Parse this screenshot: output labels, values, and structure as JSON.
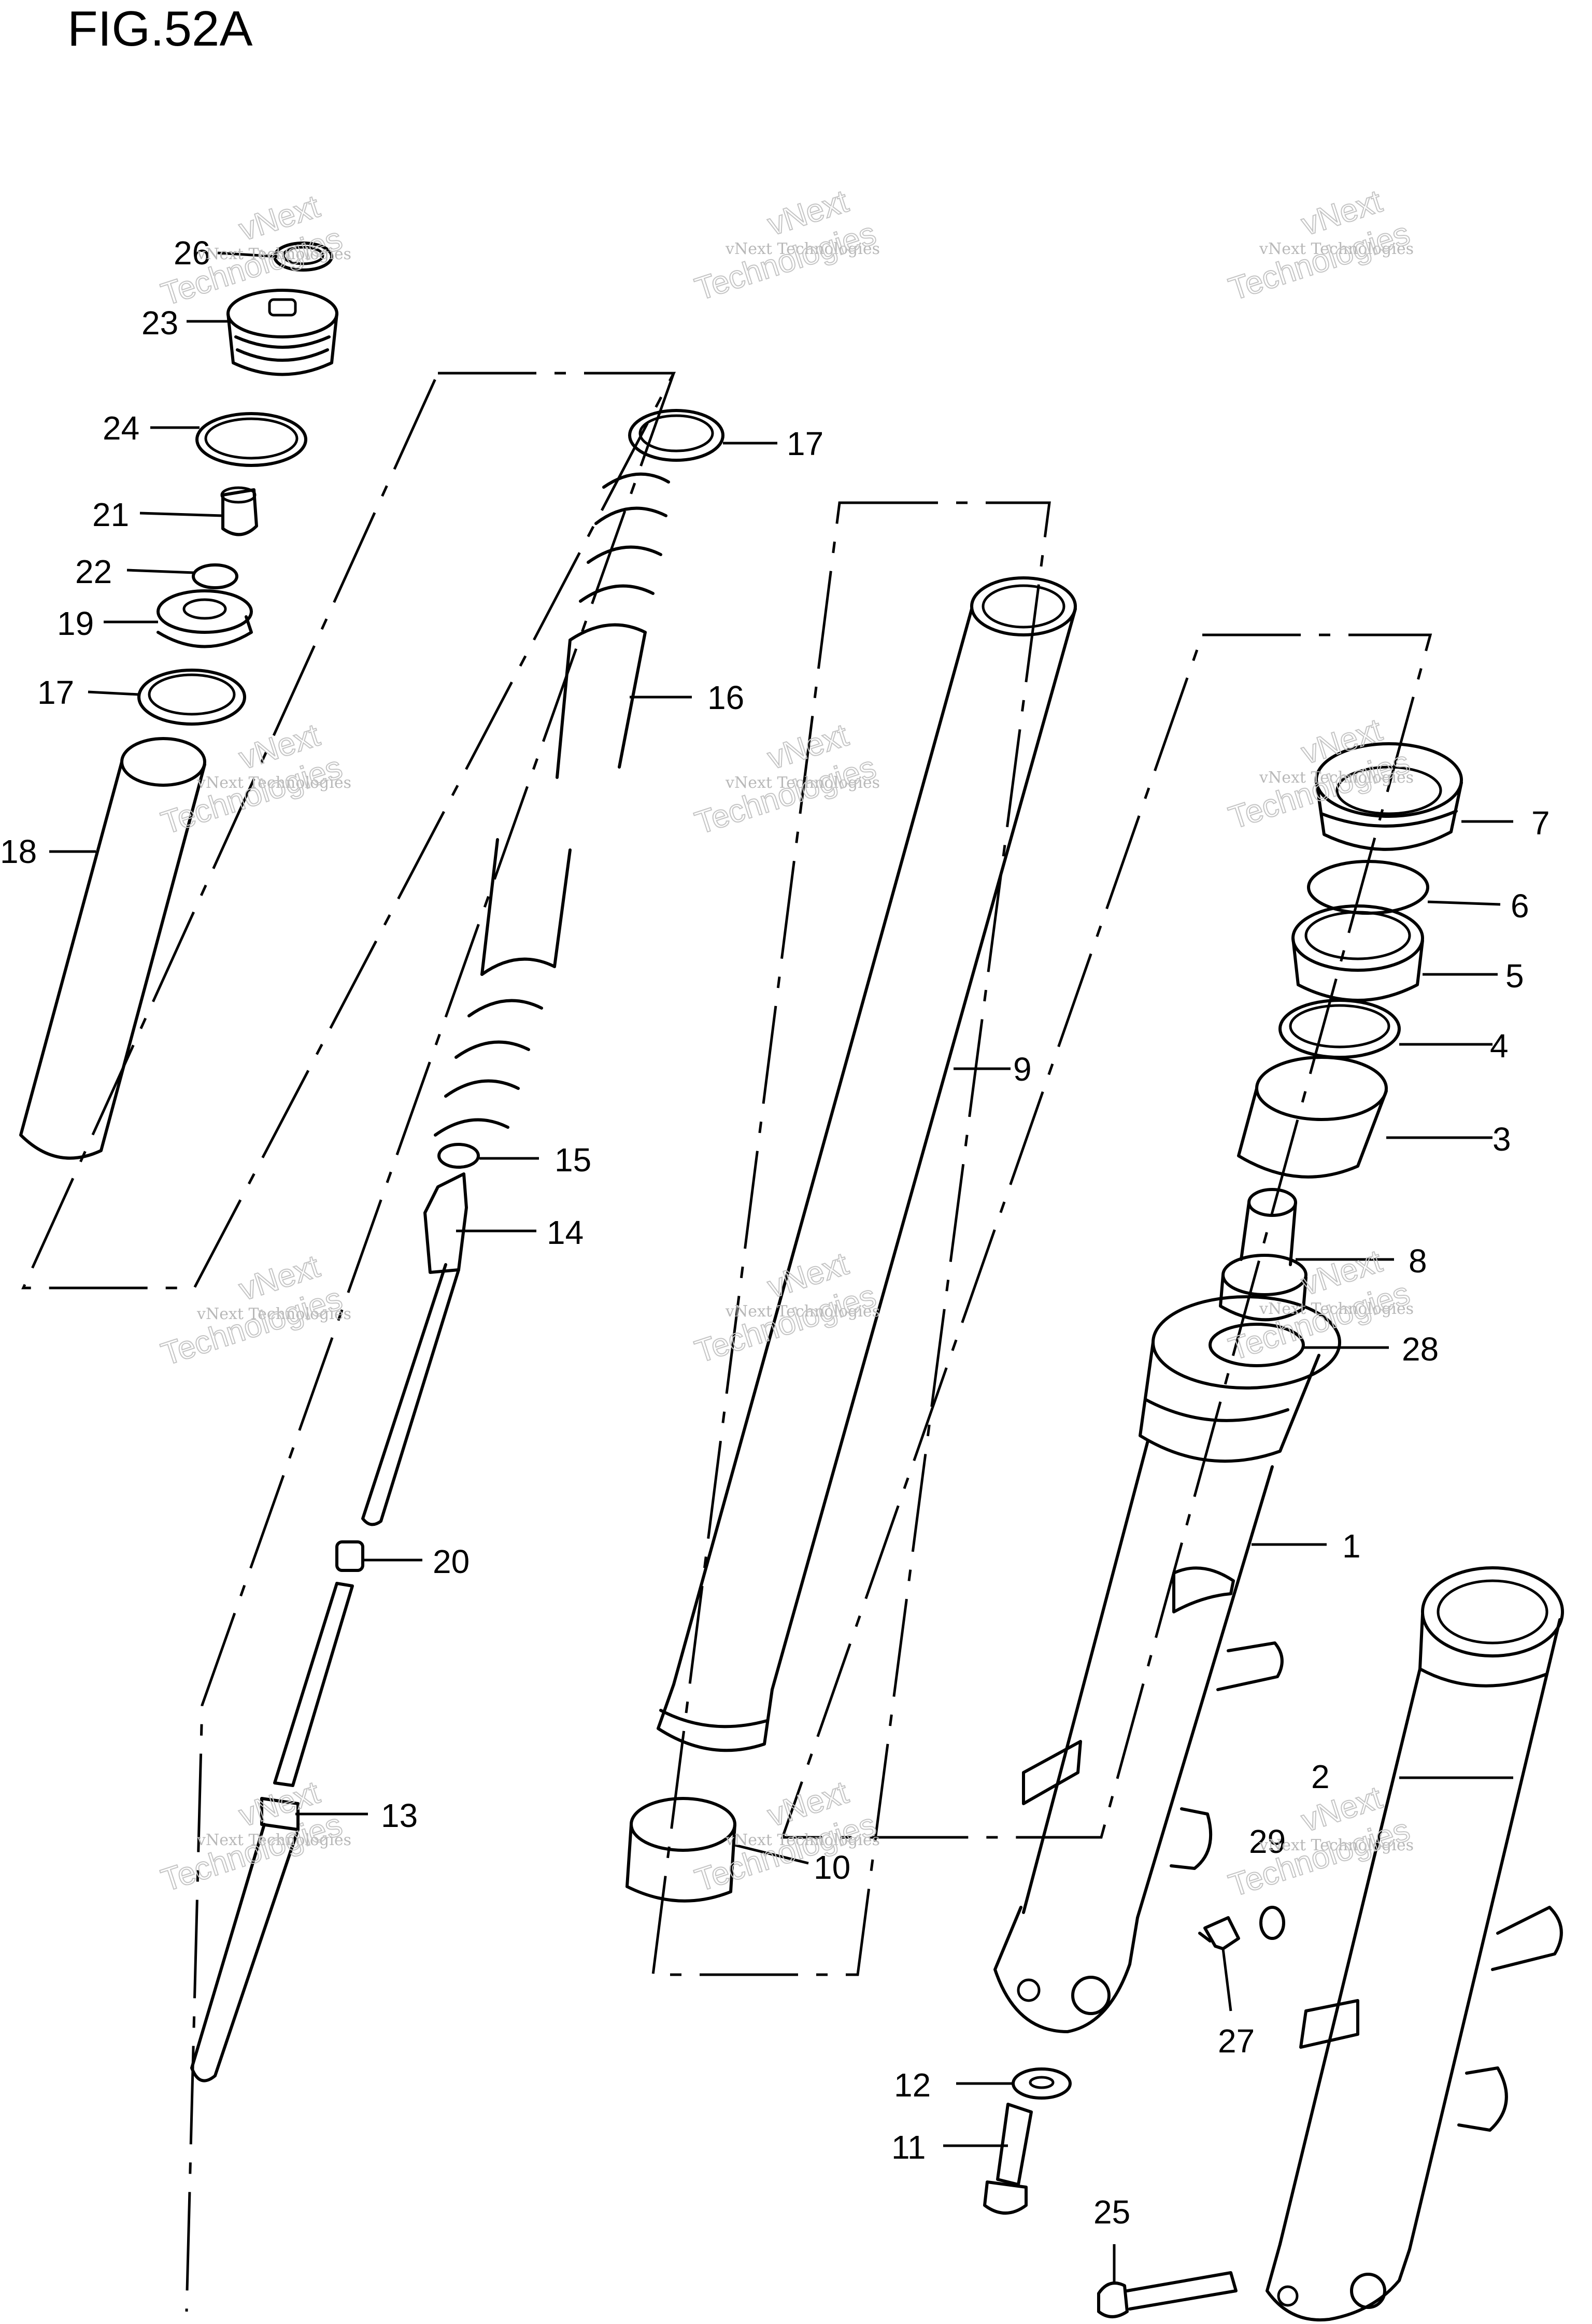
{
  "figure": {
    "title": "FIG.52A"
  },
  "watermark": {
    "line1": "vNext Technologies",
    "line2": "vNext",
    "line3": "Technologies"
  },
  "callouts": [
    {
      "id": "c26",
      "label": "26"
    },
    {
      "id": "c23",
      "label": "23"
    },
    {
      "id": "c24",
      "label": "24"
    },
    {
      "id": "c21",
      "label": "21"
    },
    {
      "id": "c22",
      "label": "22"
    },
    {
      "id": "c19",
      "label": "19"
    },
    {
      "id": "c17a",
      "label": "17"
    },
    {
      "id": "c18",
      "label": "18"
    },
    {
      "id": "c17b",
      "label": "17"
    },
    {
      "id": "c16",
      "label": "16"
    },
    {
      "id": "c15",
      "label": "15"
    },
    {
      "id": "c14",
      "label": "14"
    },
    {
      "id": "c20",
      "label": "20"
    },
    {
      "id": "c13",
      "label": "13"
    },
    {
      "id": "c9",
      "label": "9"
    },
    {
      "id": "c10",
      "label": "10"
    },
    {
      "id": "c7",
      "label": "7"
    },
    {
      "id": "c6",
      "label": "6"
    },
    {
      "id": "c5",
      "label": "5"
    },
    {
      "id": "c4",
      "label": "4"
    },
    {
      "id": "c3",
      "label": "3"
    },
    {
      "id": "c8",
      "label": "8"
    },
    {
      "id": "c28",
      "label": "28"
    },
    {
      "id": "c1",
      "label": "1"
    },
    {
      "id": "c2",
      "label": "2"
    },
    {
      "id": "c29",
      "label": "29"
    },
    {
      "id": "c27",
      "label": "27"
    },
    {
      "id": "c12",
      "label": "12"
    },
    {
      "id": "c11",
      "label": "11"
    },
    {
      "id": "c25",
      "label": "25"
    }
  ]
}
